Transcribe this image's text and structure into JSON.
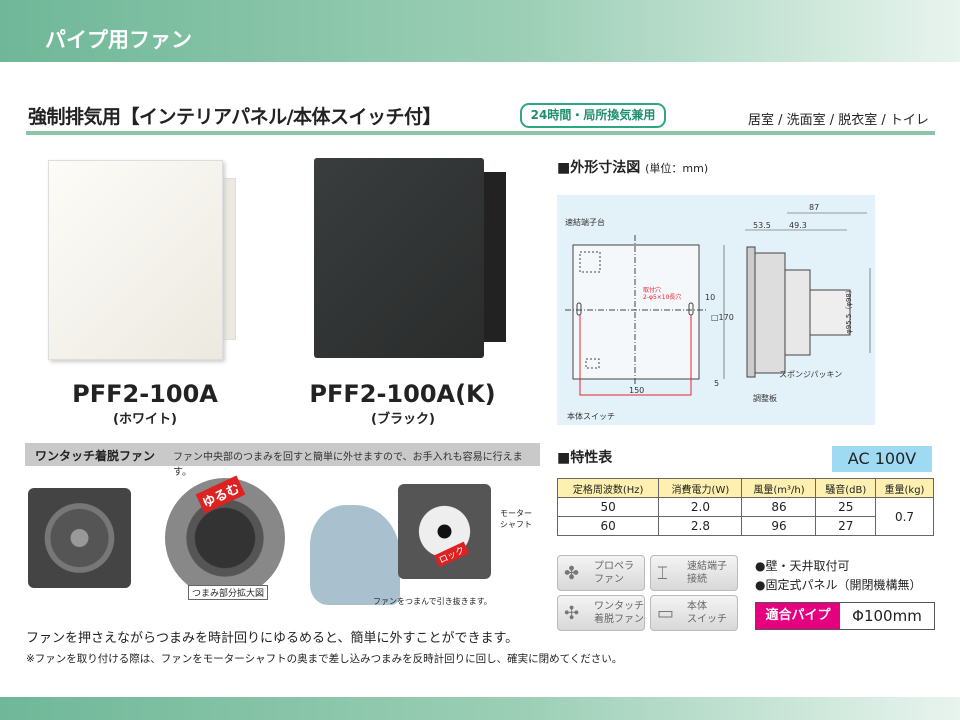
{
  "header": {
    "title": "パイプ用ファン"
  },
  "title": {
    "main": "強制排気用【インテリアパネル/本体スイッチ付】",
    "badge": "24時間・局所換気兼用",
    "rooms": "居室 / 洗面室 / 脱衣室 / トイレ"
  },
  "products": [
    {
      "model": "PFF2-100A",
      "color": "(ホワイト)"
    },
    {
      "model": "PFF2-100A(K)",
      "color": "(ブラック)"
    }
  ],
  "dimensions": {
    "heading": "■外形寸法図",
    "unit": "(単位：mm)",
    "labels": {
      "terminal": "速結端子台",
      "hole": "取付穴",
      "hole_spec": "2-φ5×10長穴",
      "d10": "10",
      "d170": "□170",
      "d5": "5",
      "d150": "150",
      "switch": "本体スイッチ",
      "d87": "87",
      "d53": "53.5",
      "d49": "49.3",
      "dia": "φ95.5（φ98）",
      "sponge": "スポンジパッキン",
      "plate": "調整板"
    }
  },
  "feature": {
    "title": "ワンタッチ着脱ファン",
    "desc": "ファン中央部のつまみを回すと簡単に外せますので、お手入れも容易に行えます。",
    "loosen": "ゆるむ",
    "zoom_label": "つまみ部分拡大図",
    "motor": "モーター\nシャフト",
    "lock": "ロック",
    "pull": "ファンをつまんで引き抜きます。",
    "note1": "ファンを押さえながらつまみを時計回りにゆるめると、簡単に外すことができます。",
    "note2": "※ファンを取り付ける際は、ファンをモーターシャフトの奥まで差し込みつまみを反時計回りに回し、確実に閉めてください。"
  },
  "spec": {
    "heading": "■特性表",
    "voltage": "AC 100V",
    "headers": [
      "定格周波数(Hz)",
      "消費電力(W)",
      "風量(m³/h)",
      "騒音(dB)",
      "重量(kg)"
    ],
    "rows": [
      [
        "50",
        "2.0",
        "86",
        "25"
      ],
      [
        "60",
        "2.8",
        "96",
        "27"
      ]
    ],
    "weight": "0.7"
  },
  "icons": [
    {
      "name": "propeller-fan-icon",
      "label": "プロペラ\nファン"
    },
    {
      "name": "terminal-icon",
      "label": "速結端子\n接続"
    },
    {
      "name": "one-touch-fan-icon",
      "label": "ワンタッチ\n着脱ファン"
    },
    {
      "name": "switch-icon",
      "label": "本体\nスイッチ"
    }
  ],
  "bullets": [
    "●壁・天井取付可",
    "●固定式パネル（開閉機構無）"
  ],
  "pipe": {
    "label": "適合パイプ",
    "value": "Φ100mm"
  },
  "colors": {
    "brand": "#6fb798",
    "accent": "#e4007f",
    "voltage_bg": "#9edbf2"
  }
}
